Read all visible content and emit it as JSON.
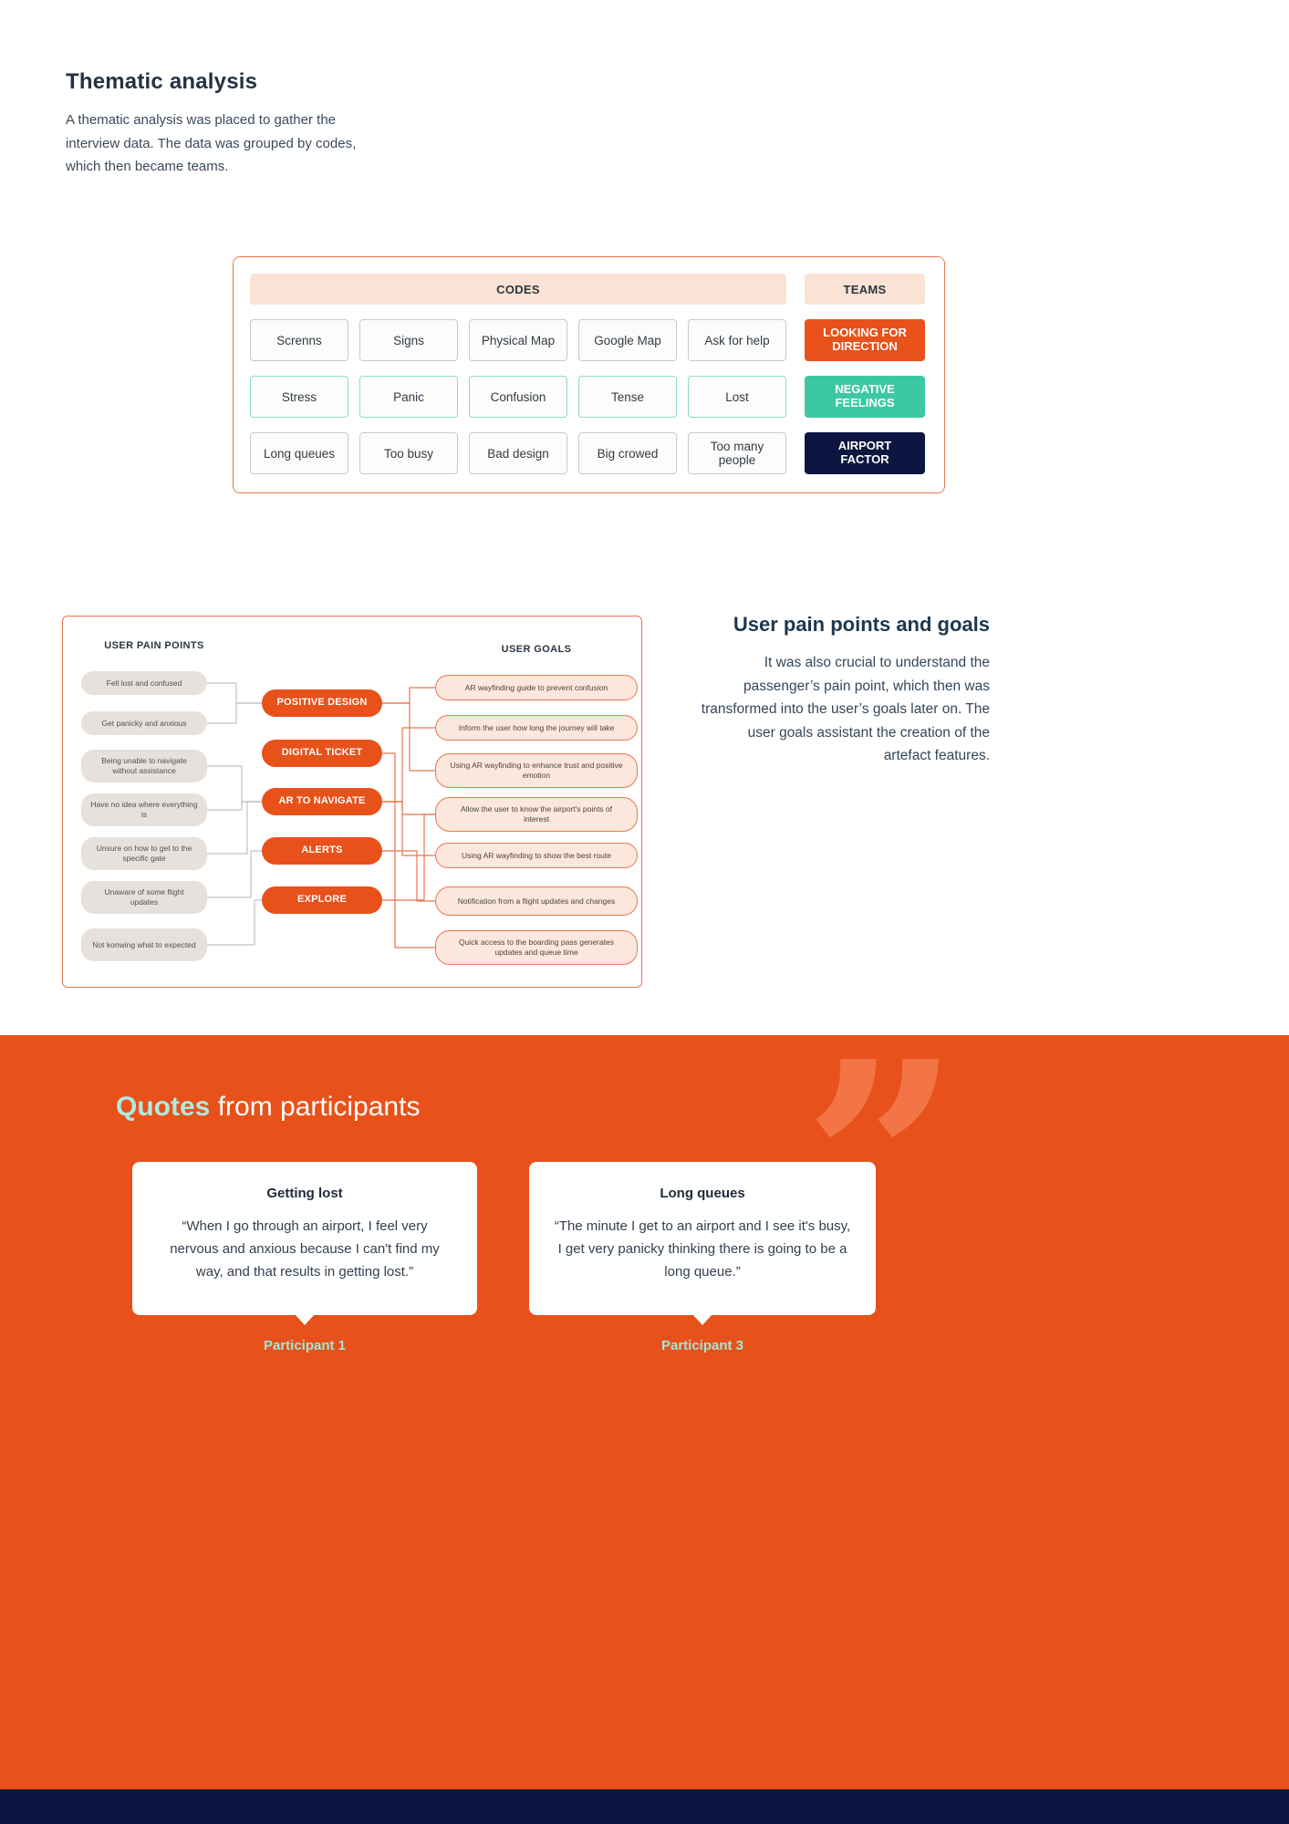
{
  "colors": {
    "orange": "#E8511A",
    "teal": "#3DC8A4",
    "navy": "#0D1640",
    "peach": "#FAE3D4",
    "goal_pill_bg": "#FBE7DC",
    "pain_pill_bg": "#E6E1DC",
    "quote_highlight": "#ABEBE0",
    "participant_label": "#9BE8DC"
  },
  "thematic": {
    "title": "Thematic analysis",
    "description": "A thematic analysis was placed to gather the interview data. The data was grouped by codes, which then became teams."
  },
  "codes_table": {
    "codes_header": "CODES",
    "teams_header": "TEAMS",
    "rows": [
      {
        "codes": [
          "Screnns",
          "Signs",
          "Physical Map",
          "Google Map",
          "Ask for help"
        ],
        "team": "LOOKING FOR DIRECTION",
        "team_color": "#E8511A"
      },
      {
        "codes": [
          "Stress",
          "Panic",
          "Confusion",
          "Tense",
          "Lost"
        ],
        "team": "NEGATIVE FEELINGS",
        "team_color": "#3DC8A4"
      },
      {
        "codes": [
          "Long queues",
          "Too busy",
          "Bad design",
          "Big crowed",
          "Too many people"
        ],
        "team": "AIRPORT FACTOR",
        "team_color": "#0D1640"
      }
    ]
  },
  "pain_goals_diagram": {
    "pain_points_header": "USER PAIN POINTS",
    "goals_header": "USER GOALS",
    "pain_points": [
      "Fell lost and confused",
      "Get panicky and anxious",
      "Being unable to navigate without assistance",
      "Have no idea where everything is",
      "Unsure on how to get to the specific gate",
      "Unaware of some flight updates",
      "Not konwing what to expected"
    ],
    "themes": [
      "POSITIVE DESIGN",
      "DIGITAL TICKET",
      "AR TO NAVIGATE",
      "ALERTS",
      "EXPLORE"
    ],
    "goals": [
      "AR wayfinding guide to prevent confusion",
      "Inform the user how long the journey will take",
      "Using AR wayfinding to enhance trust and positive emotion",
      "Allow the user to know the airport's points of interest",
      "Using AR wayfinding to show the best route",
      "Notification from a flight updates and changes",
      "Quick access to the boarding pass generates updates and queue time"
    ]
  },
  "pain_goals_text": {
    "title": "User pain points and goals",
    "body": "It was also crucial to understand the passenger’s pain point, which then was transformed into the user’s goals later on. The user goals assistant the creation of the artefact features."
  },
  "quotes_section": {
    "title_highlight": "Quotes",
    "title_rest": " from participants",
    "quote_mark": "”",
    "quotes": [
      {
        "title": "Getting lost",
        "text": "“When I go through an airport, I feel very nervous and anxious because I can't find my way, and that results in getting lost.”",
        "participant": "Participant 1"
      },
      {
        "title": "Long queues",
        "text": "“The minute I get to an airport and I see it's busy, I get very panicky thinking there is going to be a long queue.”",
        "participant": "Participant 3"
      }
    ]
  }
}
